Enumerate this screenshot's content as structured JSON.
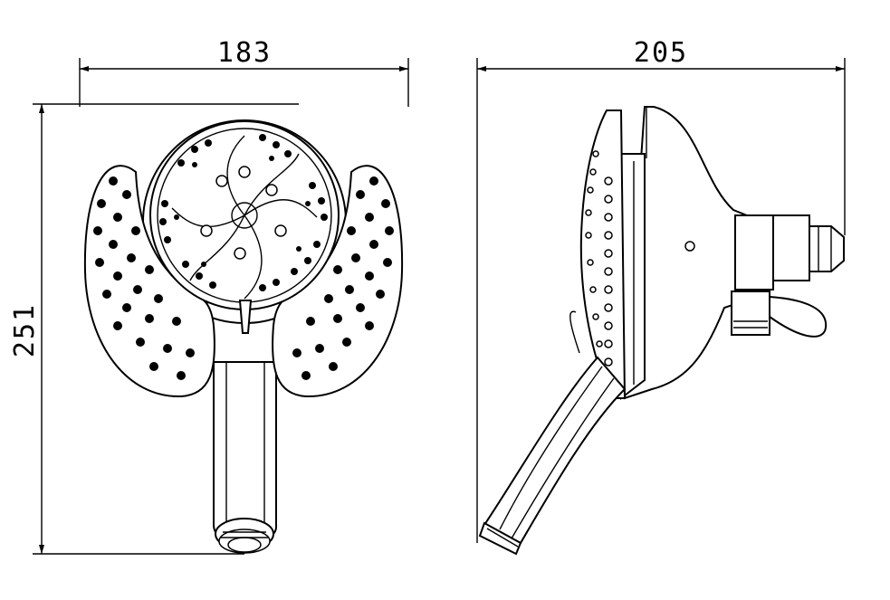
{
  "dimensions": {
    "front_width": "183",
    "front_height": "251",
    "side_width": "205"
  }
}
